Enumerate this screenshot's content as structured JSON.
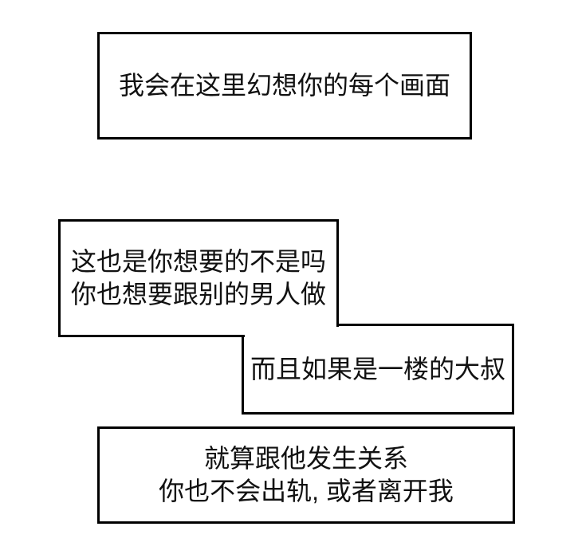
{
  "page": {
    "kind": "comic-panel-captions",
    "background_color": "#ffffff",
    "bubble_fill_color": "#ffffff",
    "bubble_border_color": "#000000",
    "text_color": "#111111"
  },
  "bubbles": [
    {
      "id": 1,
      "lines": [
        "我会在这里幻想你的每个画面"
      ]
    },
    {
      "id": 2,
      "lines": [
        "这也是你想要的不是吗",
        "你也想要跟别的男人做"
      ]
    },
    {
      "id": 3,
      "lines": [
        "而且如果是一楼的大叔"
      ]
    },
    {
      "id": 4,
      "lines": [
        "就算跟他发生关系",
        "你也不会出轨, 或者离开我"
      ]
    }
  ]
}
